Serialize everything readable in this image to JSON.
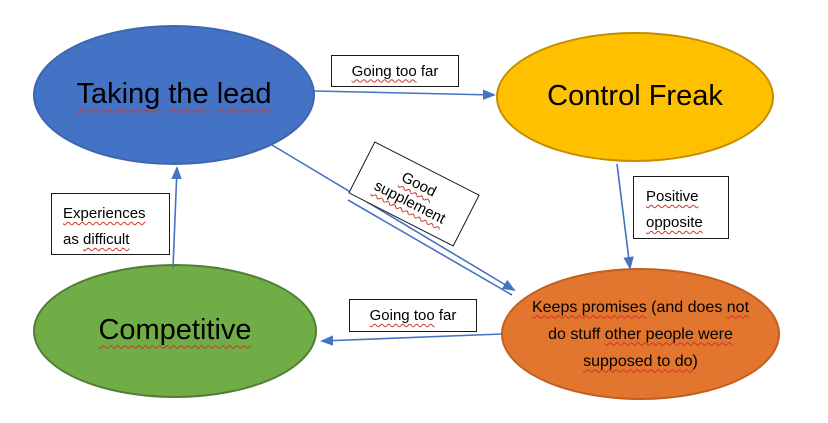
{
  "colors": {
    "arrow": "#4472C4",
    "squiggle": "#D0342C",
    "background": "#FFFFFF",
    "box_border": "#1A1A1A"
  },
  "nodes": {
    "taking_the_lead": {
      "fill": "#4472C4",
      "border": "#3E66AE",
      "text": "Taking the lead",
      "parts": [
        {
          "t": "Taking",
          "u": true
        },
        {
          "t": " ",
          "u": false
        },
        {
          "t": "the",
          "u": true
        },
        {
          "t": " ",
          "u": false
        },
        {
          "t": "lead",
          "u": true
        }
      ]
    },
    "control_freak": {
      "fill": "#FFC000",
      "border": "#C28E00",
      "text": "Control Freak",
      "parts": [
        {
          "t": "Control Freak",
          "u": false
        }
      ]
    },
    "competitive": {
      "fill": "#70AD47",
      "border": "#507E32",
      "text": "Competitive",
      "parts": [
        {
          "t": "Competitive",
          "u": true
        }
      ]
    },
    "keeps_promises": {
      "fill": "#E2762E",
      "border": "#C05F20",
      "text": "Keeps promises (and does not do stuff other people were supposed to do)",
      "lines": [
        [
          {
            "t": "Keeps promises",
            "u": true
          },
          {
            "t": " (and does ",
            "u": false
          },
          {
            "t": "not",
            "u": true
          }
        ],
        [
          {
            "t": "do stuff ",
            "u": false
          },
          {
            "t": "other people were",
            "u": true
          }
        ],
        [
          {
            "t": "supposed to do",
            "u": true
          },
          {
            "t": ")",
            "u": false
          }
        ]
      ]
    }
  },
  "edge_labels": {
    "going_too_far_top": {
      "text": "Going too far",
      "parts": [
        {
          "t": "Going too",
          "u": true
        },
        {
          "t": " far",
          "u": false
        }
      ]
    },
    "good_supplement": {
      "text": "Good supplement",
      "lines": [
        [
          {
            "t": "Good",
            "u": true
          }
        ],
        [
          {
            "t": "supplement",
            "u": true
          }
        ]
      ]
    },
    "positive_opposite": {
      "text": "Positive opposite",
      "lines": [
        [
          {
            "t": "Positive",
            "u": true
          }
        ],
        [
          {
            "t": "opposite",
            "u": true
          }
        ]
      ]
    },
    "experiences_as_difficult": {
      "text": "Experiences as difficult",
      "lines": [
        [
          {
            "t": "Experiences",
            "u": true
          }
        ],
        [
          {
            "t": "as ",
            "u": false
          },
          {
            "t": "difficult",
            "u": true
          }
        ]
      ]
    },
    "going_too_far_bottom": {
      "text": "Going too far",
      "parts": [
        {
          "t": "Going too",
          "u": true
        },
        {
          "t": " far",
          "u": false
        }
      ]
    }
  },
  "edges": [
    {
      "from": "Taking the lead",
      "to": "Control Freak",
      "label": "Going too far"
    },
    {
      "from": "Taking the lead",
      "to": "Keeps promises (and does not do stuff other people were supposed to do)",
      "label": "Good supplement"
    },
    {
      "from": "Control Freak",
      "to": "Keeps promises (and does not do stuff other people were supposed to do)",
      "label": "Positive opposite"
    },
    {
      "from": "Keeps promises (and does not do stuff other people were supposed to do)",
      "to": "Competitive",
      "label": "Going too far"
    },
    {
      "from": "Competitive",
      "to": "Taking the lead",
      "label": "Experiences as difficult"
    }
  ]
}
